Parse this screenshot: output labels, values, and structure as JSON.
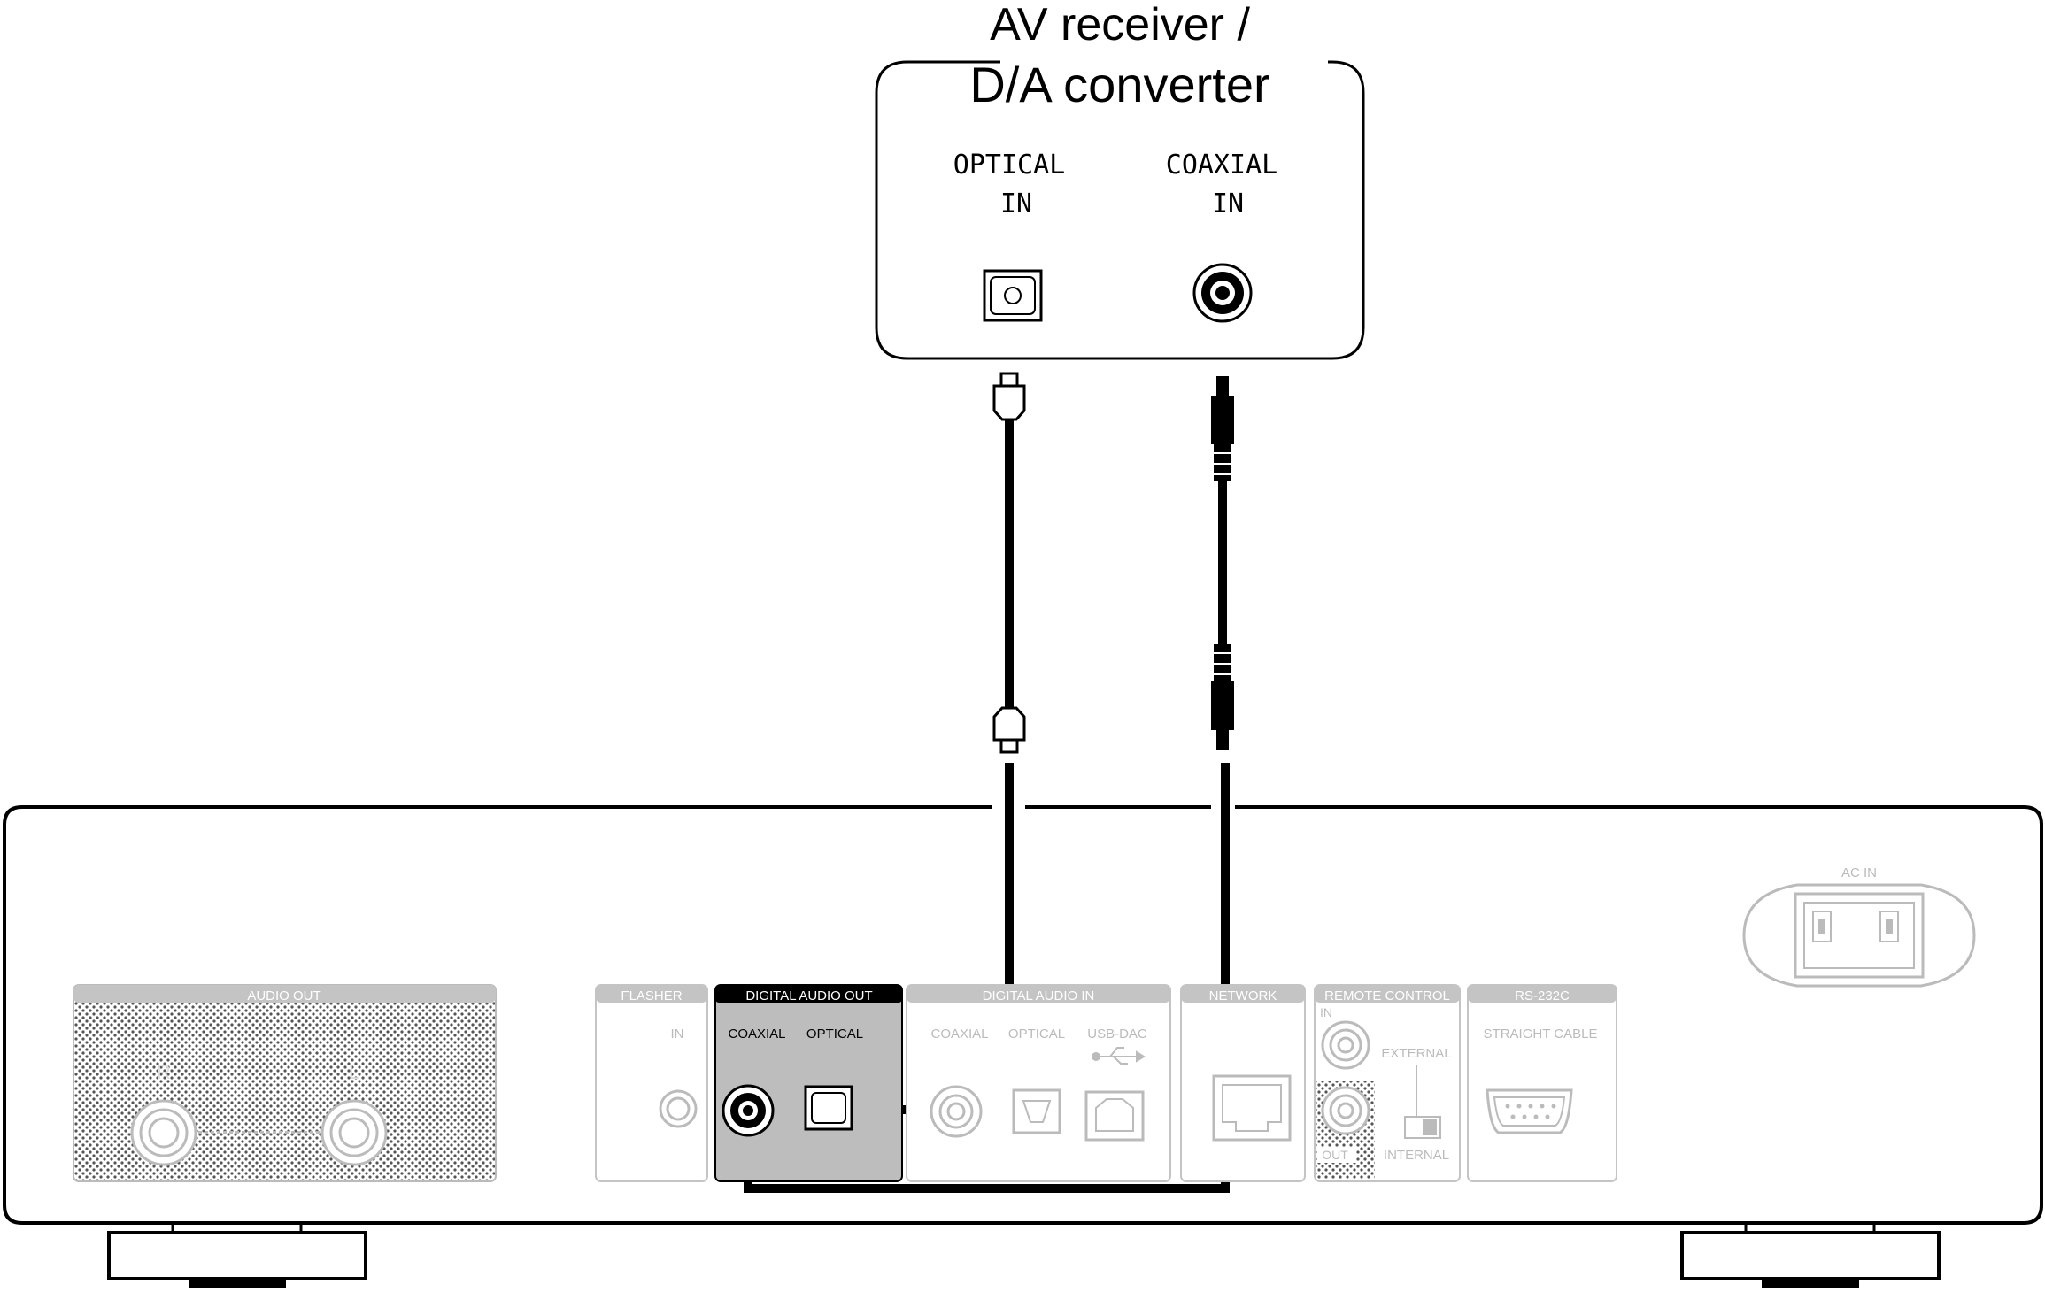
{
  "receiver": {
    "title_line1": "AV receiver /",
    "title_line2": "D/A converter",
    "optical_in_line1": "OPTICAL",
    "optical_in_line2": "IN",
    "coaxial_in_line1": "COAXIAL",
    "coaxial_in_line2": "IN"
  },
  "player": {
    "audio_out": {
      "header": "AUDIO OUT",
      "right": "R",
      "left": "L"
    },
    "flasher": {
      "header": "FLASHER",
      "in": "IN"
    },
    "digital_audio_out": {
      "header": "DIGITAL AUDIO OUT",
      "coaxial": "COAXIAL",
      "optical": "OPTICAL"
    },
    "digital_audio_in": {
      "header": "DIGITAL AUDIO IN",
      "coaxial": "COAXIAL",
      "optical": "OPTICAL",
      "usb_dac": "USB-DAC"
    },
    "network": {
      "header": "NETWORK"
    },
    "remote_control": {
      "header": "REMOTE CONTROL",
      "in": "IN",
      "out": "OUT",
      "external": "EXTERNAL",
      "internal": "INTERNAL"
    },
    "rs232c": {
      "header": "RS-232C",
      "cable": "STRAIGHT CABLE"
    },
    "ac_in": {
      "label": "AC IN"
    }
  },
  "colors": {
    "line": "#000000",
    "panel_fill": "#ffffff",
    "greyed": "#b5b5b5",
    "greyed_header": "#c4c4c4",
    "highlight_fill": "#bdbdbd",
    "highlight_header": "#000000"
  },
  "icons": [
    "optical-jack-icon",
    "coaxial-jack-icon",
    "usb-icon",
    "ethernet-port-icon",
    "db9-port-icon",
    "ac-inlet-icon"
  ]
}
